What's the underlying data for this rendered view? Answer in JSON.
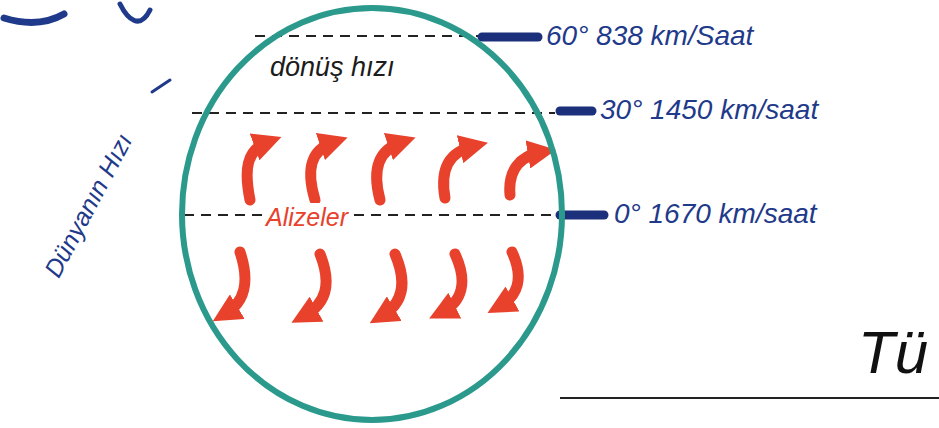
{
  "diagram": {
    "nodes": [
      {
        "text": [
          "dönüş hızı",
          "Alizeler"
        ]
      }
    ],
    "labels": [
      "Dünyanın Hızı",
      "60° 838 km/Saat",
      "30° 1450 km/saat",
      "0° 1670 km/saat",
      "Tü"
    ]
  }
}
